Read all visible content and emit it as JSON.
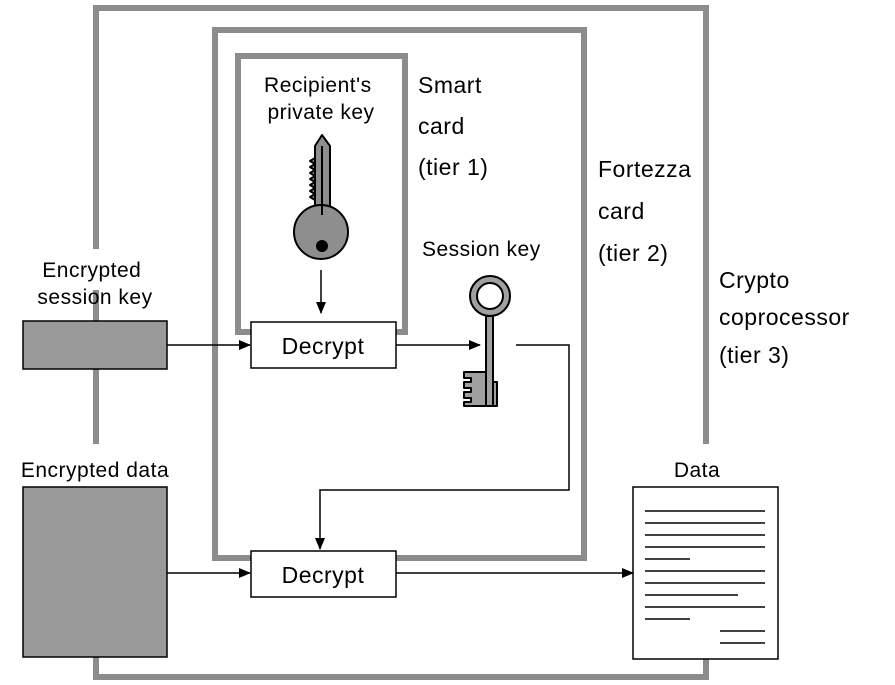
{
  "colors": {
    "tier_border": "#8c8c8c",
    "fill_dark": "#999999",
    "key_private": "#8e8e8e",
    "key_session": "#a0a0a0",
    "line": "#000000"
  },
  "tiers": {
    "smart_card": [
      "Smart",
      "card",
      "(tier 1)"
    ],
    "fortezza_card": [
      "Fortezza",
      "card",
      "(tier 2)"
    ],
    "crypto_coprocessor": [
      "Crypto",
      "coprocessor",
      "(tier 3)"
    ]
  },
  "private_key_label": [
    "Recipient's",
    "private key"
  ],
  "session_key_label": "Session key",
  "encrypted_session_key_label": [
    "Encrypted",
    "session key"
  ],
  "encrypted_data_label": "Encrypted data",
  "data_label": "Data",
  "decrypt_top": "Decrypt",
  "decrypt_bottom": "Decrypt",
  "icons": {
    "private_key": "key-icon",
    "session_key": "key-icon",
    "data_document": "document-icon"
  }
}
